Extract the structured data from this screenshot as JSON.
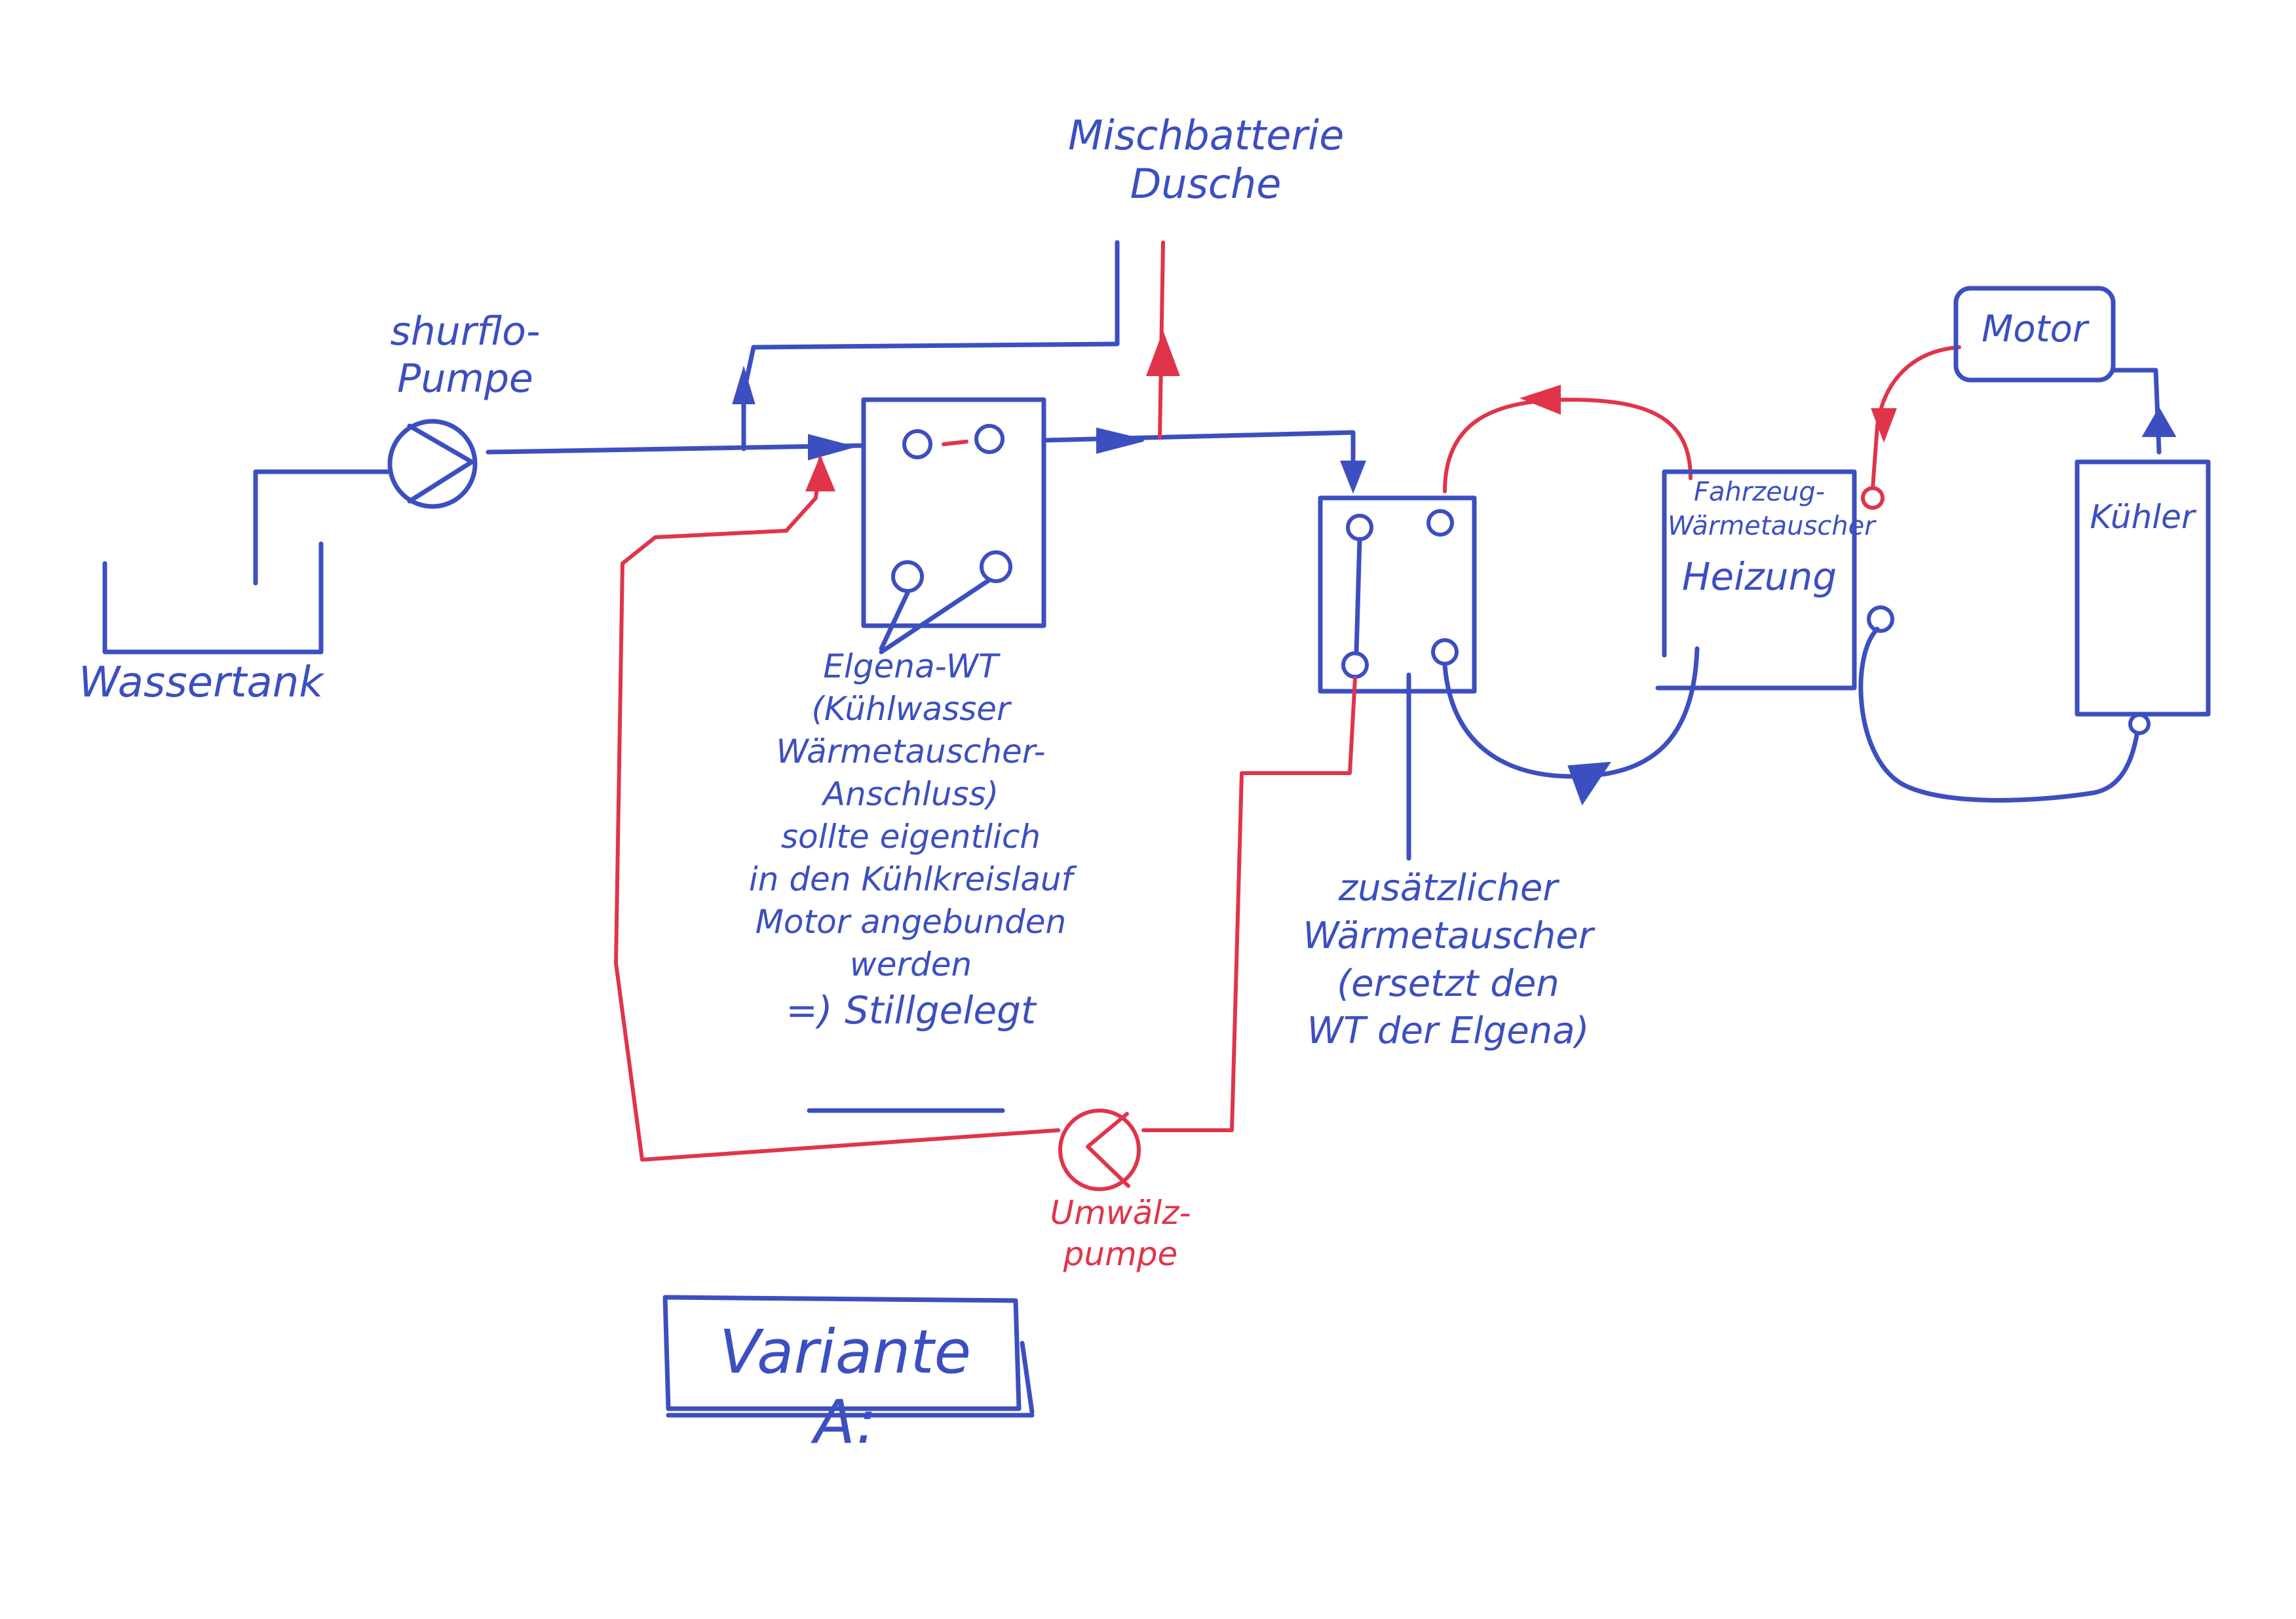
{
  "labels": {
    "mixer_line1": "Mischbatterie",
    "mixer_line2": "Dusche",
    "pump_line1": "shurflo-",
    "pump_line2": "Pumpe",
    "tank": "Wassertank",
    "elgena_lines": [
      "Elgena-WT",
      "(Kühlwasser",
      "Wärmetauscher-",
      "Anschluss)",
      "sollte eigentlich",
      "in den Kühlkreislauf",
      "Motor angebunden",
      "werden",
      "=) Stillgelegt"
    ],
    "extra_hx_lines": [
      "zusätzlicher",
      "Wärmetauscher",
      "(ersetzt den",
      "WT der Elgena)"
    ],
    "vehicle_hx_lines": [
      "Fahrzeug-",
      "Wärmetauscher",
      "Heizung"
    ],
    "motor": "Motor",
    "radiator": "Kühler",
    "circ_pump_line1": "Umwälz-",
    "circ_pump_line2": "pumpe",
    "variant": "Variante A:"
  },
  "colors": {
    "blue_ink": "#3c4fc0",
    "red_ink": "#e0344a"
  }
}
